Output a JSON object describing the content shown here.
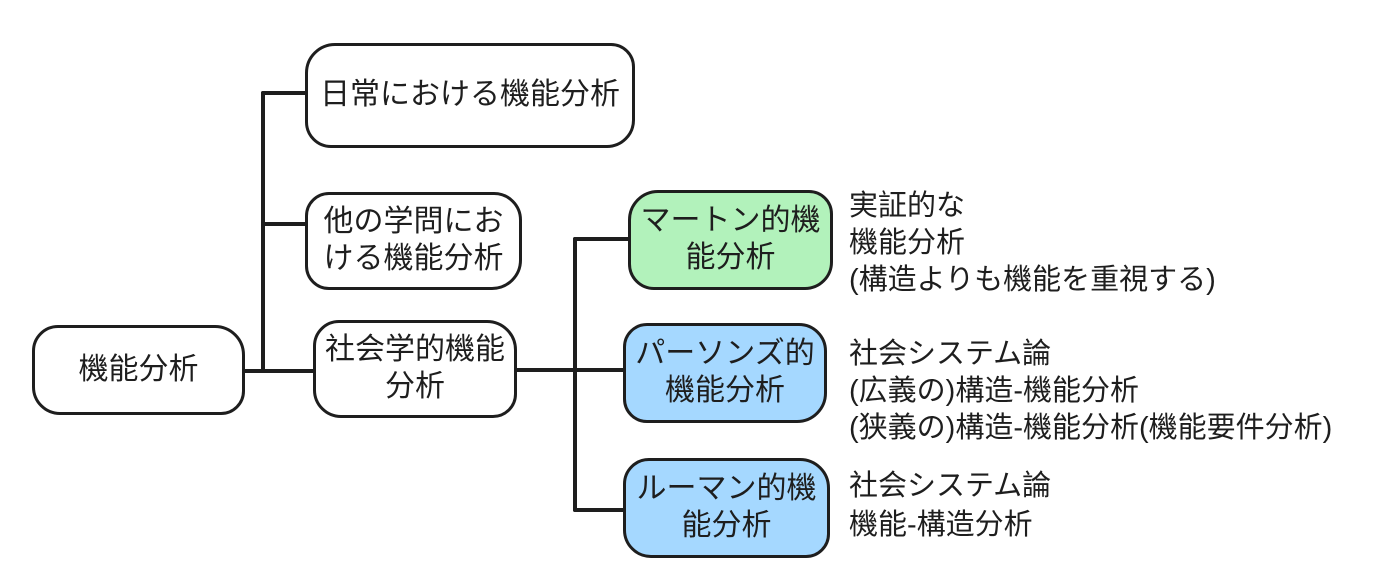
{
  "nodes": {
    "root": {
      "label": "機能分析",
      "fill": "#ffffff"
    },
    "daily": {
      "label": "日常における機能分析",
      "fill": "#ffffff"
    },
    "other": {
      "label": "他の学問における機能分析",
      "fill": "#ffffff"
    },
    "socio": {
      "label": "社会学的機能分析",
      "fill": "#ffffff"
    },
    "merton": {
      "label": "マートン的機能分析",
      "fill": "#b2f2bb"
    },
    "parsons": {
      "label": "パーソンズ的機能分析",
      "fill": "#a5d8ff"
    },
    "luhmann": {
      "label": "ルーマン的機能分析",
      "fill": "#a5d8ff"
    }
  },
  "notes": {
    "merton": {
      "lines": [
        "実証的な",
        "機能分析",
        "(構造よりも機能を重視する)"
      ]
    },
    "parsons": {
      "lines": [
        "社会システム論",
        "(広義の)構造-機能分析",
        "(狭義の)構造-機能分析(機能要件分析)"
      ]
    },
    "luhmann": {
      "lines": [
        "社会システム論",
        "機能-構造分析"
      ]
    }
  },
  "colors": {
    "background": "#ffffff",
    "stroke": "#1e1e1e",
    "text": "#1e1e1e",
    "green_fill": "#b2f2bb",
    "blue_fill": "#a5d8ff",
    "white_fill": "#ffffff"
  }
}
